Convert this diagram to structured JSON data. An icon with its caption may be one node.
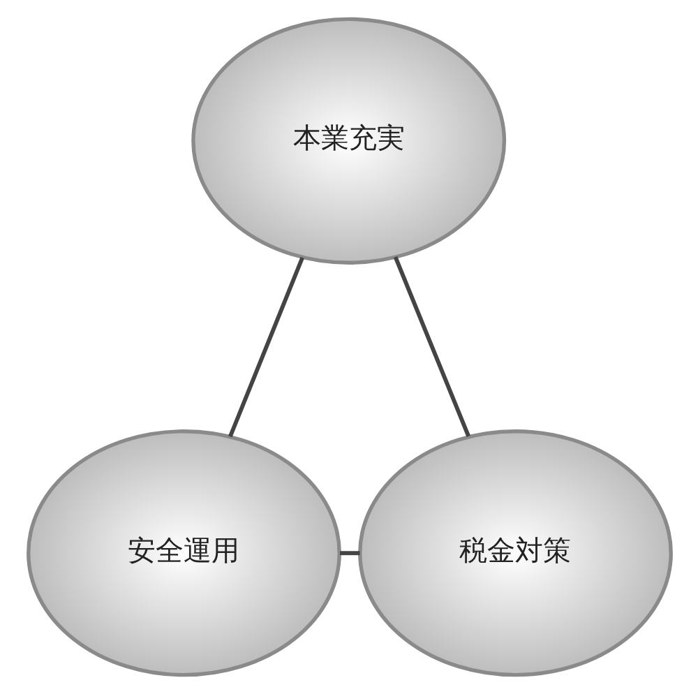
{
  "diagram": {
    "nodes": [
      {
        "text": [
          "本業充実"
        ]
      },
      {
        "text": [
          "安全運用"
        ]
      },
      {
        "text": [
          "税金対策"
        ]
      }
    ],
    "edges": [
      {
        "from": 0,
        "to": 1,
        "arrow": "none"
      },
      {
        "from": 0,
        "to": 2,
        "arrow": "none"
      },
      {
        "from": 1,
        "to": 2,
        "arrow": "none"
      }
    ]
  }
}
